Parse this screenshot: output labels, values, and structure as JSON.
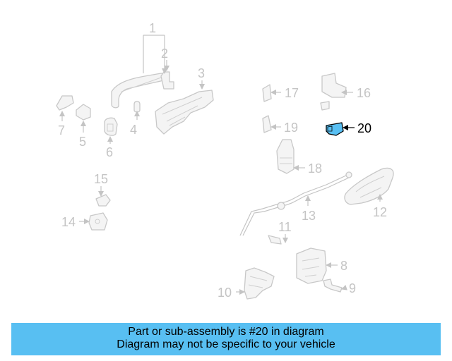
{
  "callouts": {
    "c1": "1",
    "c2": "2",
    "c3": "3",
    "c4": "4",
    "c5": "5",
    "c6": "6",
    "c7": "7",
    "c8": "8",
    "c9": "9",
    "c10": "10",
    "c11": "11",
    "c12": "12",
    "c13": "13",
    "c14": "14",
    "c15": "15",
    "c16": "16",
    "c17": "17",
    "c18": "18",
    "c19": "19",
    "c20": "20"
  },
  "highlight": {
    "part_number": "20",
    "color": "#58bff2"
  },
  "caption": {
    "line1": "Part or sub-assembly is #20 in diagram",
    "line2": "Diagram may not be specific to your vehicle",
    "background": "#58bff2"
  }
}
